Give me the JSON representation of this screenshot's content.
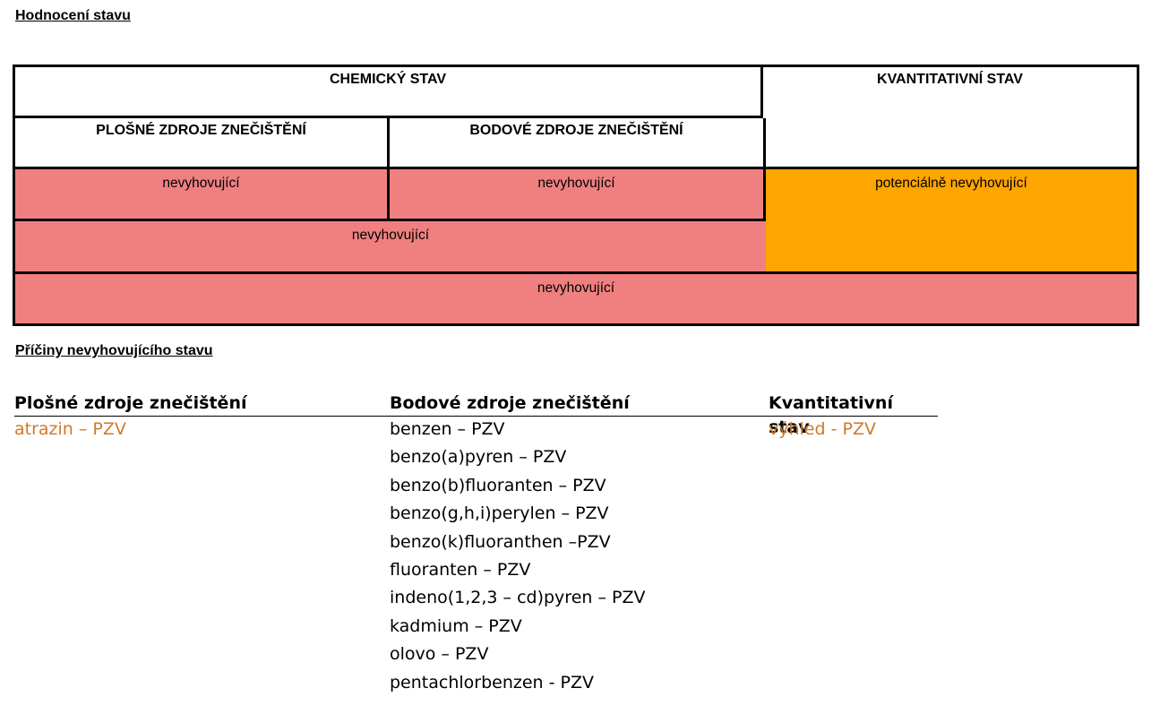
{
  "section_titles": {
    "assessment": "Hodnocení stavu",
    "causes": "Příčiny nevyhovujícího stavu"
  },
  "table": {
    "chemical_header": "CHEMICKÝ STAV",
    "quantitative_header": "KVANTITATIVNÍ STAV",
    "diffuse_header": "PLOŠNÉ ZDROJE ZNEČIŠTĚNÍ",
    "point_header": "BODOVÉ ZDROJE ZNEČIŠTĚNÍ",
    "diffuse_value": "nevyhovující",
    "point_value": "nevyhovující",
    "quantitative_value": "potenciálně nevyhovující",
    "chemical_value": "nevyhovující",
    "overall_value": "nevyhovující",
    "colors": {
      "red": "#f08080",
      "orange": "#ffa500"
    }
  },
  "causes": {
    "diffuse": {
      "heading": "Plošné zdroje znečištění",
      "items": [
        "atrazin – PZV"
      ]
    },
    "point": {
      "heading": "Bodové zdroje znečištění",
      "items": [
        "benzen – PZV",
        "benzo(a)pyren – PZV",
        "benzo(b)fluoranten – PZV",
        "benzo(g,h,i)perylen – PZV",
        "benzo(k)fluoranthen –PZV",
        "fluoranten – PZV",
        "indeno(1,2,3 – cd)pyren – PZV",
        "kadmium – PZV",
        "olovo – PZV",
        "pentachlorbenzen - PZV"
      ]
    },
    "quantitative": {
      "heading": "Kvantitativní stav",
      "items": [
        "výhled - PZV"
      ]
    },
    "highlight_color": "#d07828"
  }
}
